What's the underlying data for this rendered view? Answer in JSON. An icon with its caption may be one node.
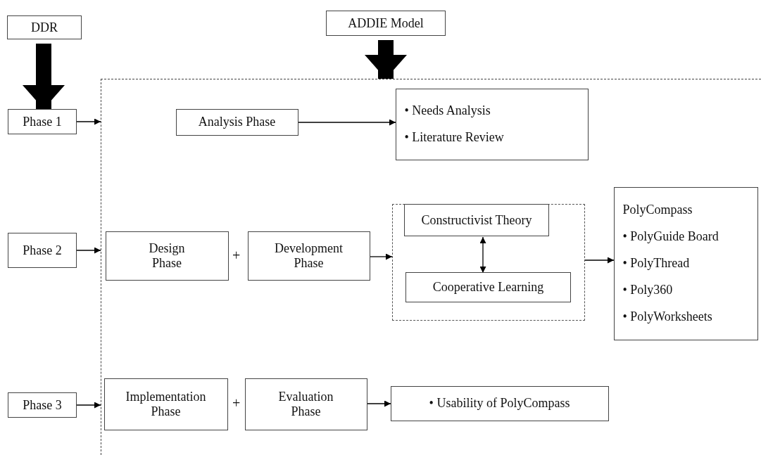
{
  "diagram": {
    "nodes": [
      {
        "text": [
          "DDR"
        ]
      },
      {
        "text": [
          "ADDIE Model"
        ]
      },
      {
        "text": [],
        "shape": "box"
      },
      {
        "text": [
          "Phase 1"
        ]
      },
      {
        "text": [
          "Analysis Phase"
        ],
        "in": 2
      },
      {
        "text": [
          "• Needs Analysis",
          "• Literature Review"
        ],
        "in": 2
      },
      {
        "text": [
          "Phase 2"
        ]
      },
      {
        "text": [
          "Design Phase"
        ],
        "in": 2
      },
      {
        "text": [
          "Development Phase"
        ],
        "in": 2
      },
      {
        "text": [],
        "shape": "box",
        "in": 2
      },
      {
        "text": [
          "Constructivist Theory"
        ],
        "in": 9
      },
      {
        "text": [
          "Cooperative Learning"
        ],
        "in": 9
      },
      {
        "text": [
          "PolyCompass",
          "• PolyGuide Board",
          "• PolyThread",
          "• Poly360",
          "• PolyWorksheets"
        ],
        "in": 2
      },
      {
        "text": [
          "Phase 3"
        ]
      },
      {
        "text": [
          "Implementation Phase"
        ],
        "in": 2
      },
      {
        "text": [
          "Evaluation Phase"
        ],
        "in": 2
      },
      {
        "text": [
          "• Usability of PolyCompass"
        ],
        "in": 2
      }
    ],
    "edges": [
      {
        "from": 0,
        "to": 3,
        "arrow": "to",
        "style": "thick"
      },
      {
        "from": 1,
        "to": 2,
        "arrow": "to",
        "style": "thick"
      },
      {
        "from": 3,
        "to": 2,
        "arrow": "to"
      },
      {
        "from": 4,
        "to": 5,
        "arrow": "to"
      },
      {
        "from": 6,
        "to": 2,
        "arrow": "to"
      },
      {
        "from": 8,
        "to": 9,
        "arrow": "to"
      },
      {
        "from": 10,
        "to": 11,
        "arrow": "both"
      },
      {
        "from": 9,
        "to": 12,
        "arrow": "to"
      },
      {
        "from": 13,
        "to": 2,
        "arrow": "to"
      },
      {
        "from": 15,
        "to": 16,
        "arrow": "to"
      }
    ],
    "labels": [
      "+",
      "+"
    ]
  }
}
